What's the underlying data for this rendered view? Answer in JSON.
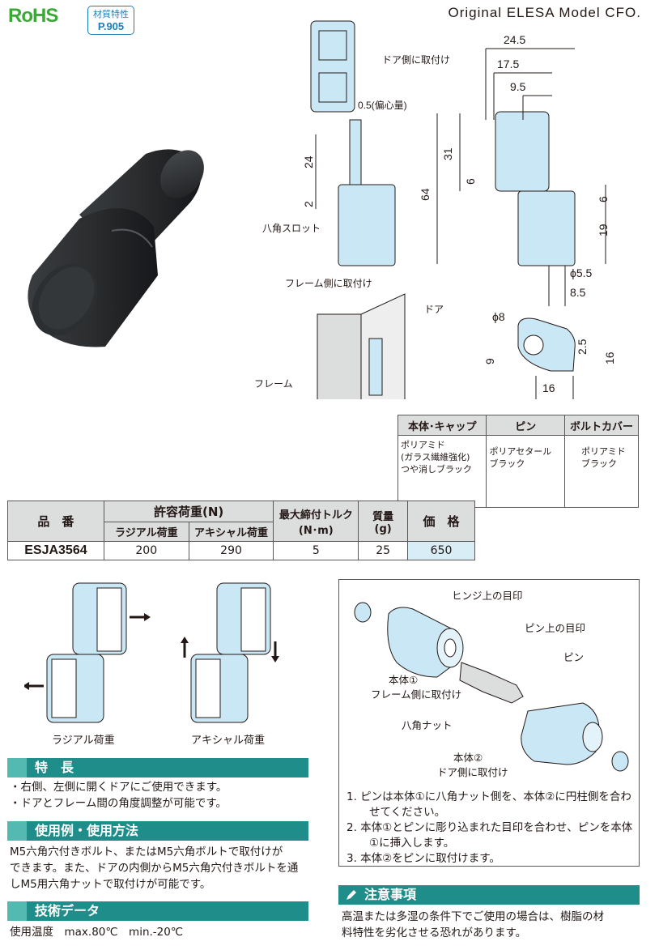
{
  "header": {
    "rohs": "RoHS",
    "material_badge_line1": "材質特性",
    "material_badge_line2": "P.905",
    "original": "Original ELESA Model CFO."
  },
  "drawing_labels": {
    "door_side": "ドア側に取付け",
    "eccentric": "0.5(偏心量)",
    "hex_slot": "八角スロット",
    "frame_side": "フレーム側に取付け",
    "door": "ドア",
    "frame": "フレーム",
    "dims": {
      "d24_5": "24.5",
      "d17_5": "17.5",
      "d9_5": "9.5",
      "d31": "31",
      "d6a": "6",
      "d64": "64",
      "d6b": "6",
      "d19": "19",
      "d24": "24",
      "d2": "2",
      "phi5_5": "ϕ5.5",
      "d8_5": "8.5",
      "phi8": "ϕ8",
      "d9": "9",
      "d2_5": "2.5",
      "d16v": "16",
      "d16h": "16"
    }
  },
  "material_table": {
    "headers": [
      "本体･キャップ",
      "ピン",
      "ボルトカバー"
    ],
    "cells": [
      [
        "ポリアミド",
        "(ガラス繊維強化)",
        "つや消しブラック"
      ],
      [
        "ポリアセタール",
        "ブラック"
      ],
      [
        "ポリアミド",
        "ブラック"
      ]
    ]
  },
  "spec_table": {
    "h_part": "品　番",
    "h_load": "許容荷重(N)",
    "h_radial": "ラジアル荷重",
    "h_axial": "アキシャル荷重",
    "h_torque": "最大締付トルク",
    "h_torque_unit": "(N･m)",
    "h_mass": "質量",
    "h_mass_unit": "(g)",
    "h_price": "価　格",
    "row": {
      "part": "ESJA3564",
      "radial": "200",
      "axial": "290",
      "torque": "5",
      "mass": "25",
      "price": "650"
    }
  },
  "load_captions": {
    "radial": "ラジアル荷重",
    "axial": "アキシャル荷重"
  },
  "sections": {
    "features": {
      "title": "特　長",
      "lines": [
        "・右側、左側に開くドアにご使用できます。",
        "・ドアとフレーム間の角度調整が可能です。"
      ]
    },
    "usage": {
      "title": "使用例・使用方法",
      "lines": [
        "M5六角穴付きボルト、またはM5六角ボルトで取付けが",
        "できます。また、ドアの内側からM5六角穴付きボルトを通",
        "しM5用六角ナットで取付けが可能です。"
      ]
    },
    "tech": {
      "title": "技術データ",
      "lines": [
        "使用温度　max.80℃　min.-20℃"
      ]
    }
  },
  "assembly": {
    "hinge_mark": "ヒンジ上の目印",
    "pin_mark": "ピン上の目印",
    "pin": "ピン",
    "body1": "本体①",
    "body1_sub": "フレーム側に取付け",
    "hex_nut": "八角ナット",
    "body2": "本体②",
    "body2_sub": "ドア側に取付け",
    "steps": [
      "1. ピンは本体①に八角ナット側を、本体②に円柱側を合わせてください。",
      "2. 本体①とピンに彫り込まれた目印を合わせ、ピンを本体①に挿入します。",
      "3. 本体②をピンに取付けます。"
    ]
  },
  "caution": {
    "title": "注意事項",
    "lines": [
      "高温または多湿の条件下でご使用の場合は、樹脂の材",
      "料特性を劣化させる恐れがあります。"
    ]
  }
}
